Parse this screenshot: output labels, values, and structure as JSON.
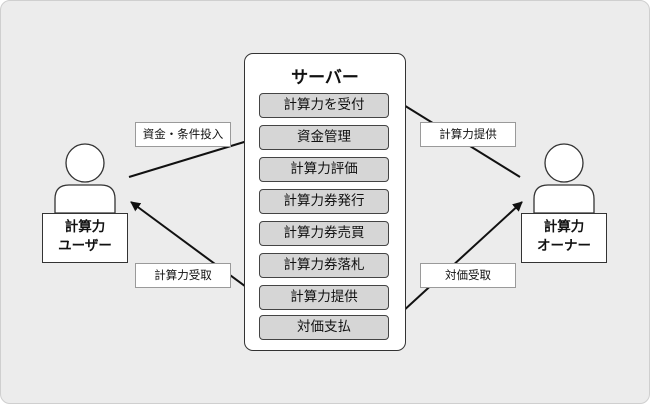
{
  "server": {
    "title": "サーバー",
    "steps": [
      "計算力を受付",
      "資金管理",
      "計算力評価",
      "計算力券発行",
      "計算力券売買",
      "計算力券落札",
      "計算力提供",
      "対価支払"
    ]
  },
  "user": {
    "line1": "計算力",
    "line2": "ユーザー"
  },
  "owner": {
    "line1": "計算力",
    "line2": "オーナー"
  },
  "edges": {
    "user_to_server": "資金・条件投入",
    "server_to_user": "計算力受取",
    "owner_to_server": "計算力提供",
    "server_to_owner": "対価受取"
  },
  "colors": {
    "step_fill": "#d6d6d6",
    "background": "#ececec",
    "line": "#111111"
  }
}
